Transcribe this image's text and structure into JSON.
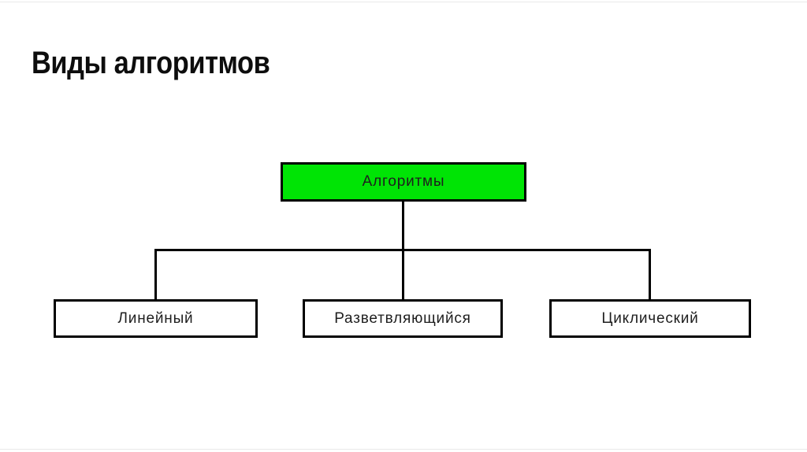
{
  "page": {
    "title": "Виды алгоритмов"
  },
  "diagram": {
    "root": {
      "label": "Алгоритмы",
      "fill_color": "#00e405",
      "border_color": "#000000"
    },
    "children": [
      {
        "label": "Линейный",
        "fill_color": "#ffffff",
        "border_color": "#000000"
      },
      {
        "label": "Разветвляющийся",
        "fill_color": "#ffffff",
        "border_color": "#000000"
      },
      {
        "label": "Циклический",
        "fill_color": "#ffffff",
        "border_color": "#000000"
      }
    ],
    "connector_color": "#000000"
  },
  "colors": {
    "background": "#ffffff",
    "title_text": "#0d0d0d",
    "node_text": "#1e1e1e",
    "accent_green": "#00e405",
    "edge_line": "#e9e9e9"
  }
}
